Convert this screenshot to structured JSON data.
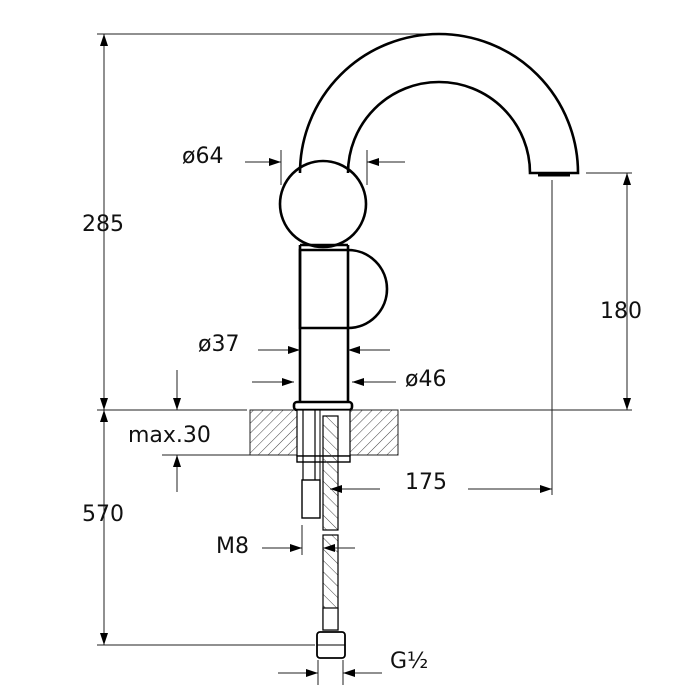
{
  "drawing": {
    "dimensions": {
      "total_height": "285",
      "hose_length": "570",
      "spout_height": "180",
      "spout_reach": "175",
      "max_countertop": "max.30",
      "handle_diameter": "ø64",
      "body_diameter": "ø37",
      "base_diameter": "ø46",
      "stud_thread": "M8",
      "connection": "G½"
    },
    "colors": {
      "line": "#000000",
      "background": "#ffffff"
    }
  }
}
